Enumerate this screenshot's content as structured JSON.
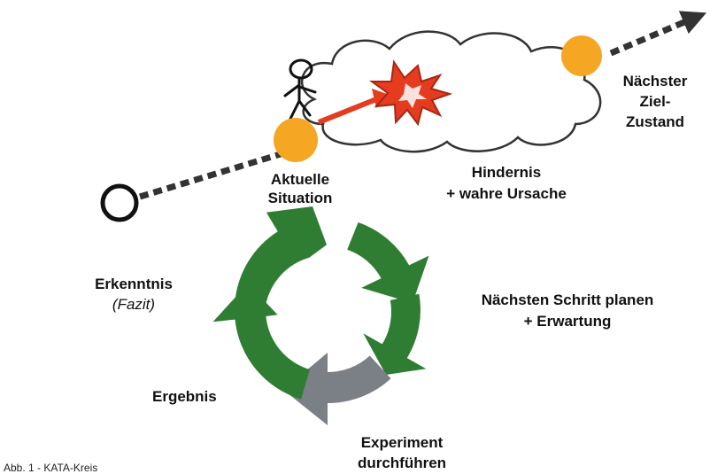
{
  "labels": {
    "current_line1": "Aktuelle",
    "current_line2": "Situation",
    "next_line1": "Nächster",
    "next_line2": "Ziel-",
    "next_line3": "Zustand",
    "obstacle_line1": "Hindernis",
    "obstacle_line2": "+ wahre Ursache",
    "plan_line1": "Nächsten Schritt planen",
    "plan_line2": "+ Erwartung",
    "experiment_line1": "Experiment",
    "experiment_line2": "durchführen",
    "result": "Ergebnis",
    "insight": "Erkenntnis",
    "insight_sub": "(Fazit)"
  },
  "caption": "Abb. 1 - KATA-Kreis",
  "colors": {
    "cycle_green": "#2e7d32",
    "cycle_gray": "#7b7f86",
    "marker_orange": "#f5a623",
    "explosion_red": "#e53b1f",
    "dash_line": "#333333"
  },
  "icons": {
    "start": "start-circle-icon",
    "person": "stick-figure-icon",
    "obstacle": "explosion-icon",
    "cloud": "cloud-icon"
  }
}
